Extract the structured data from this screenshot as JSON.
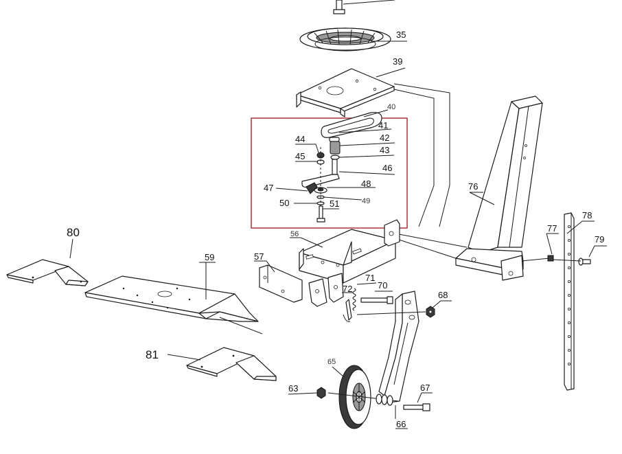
{
  "labels": {
    "p35": "35",
    "p39": "39",
    "p40": "40",
    "p41": "41",
    "p42": "42",
    "p43": "43",
    "p44": "44",
    "p45": "45",
    "p46": "46",
    "p47": "47",
    "p48": "48",
    "p49": "49",
    "p50": "50",
    "p51": "51",
    "p56": "56",
    "p57": "57",
    "p59": "59",
    "p63": "63",
    "p65": "65",
    "p66": "66",
    "p67": "67",
    "p68": "68",
    "p70": "70",
    "p71": "71",
    "p72": "72",
    "p76": "76",
    "p77": "77",
    "p78": "78",
    "p79": "79",
    "p80": "80",
    "p81": "81"
  },
  "colors": {
    "line": "#1a1a1a",
    "highlight_box": "#b2333b",
    "background": "#ffffff"
  }
}
